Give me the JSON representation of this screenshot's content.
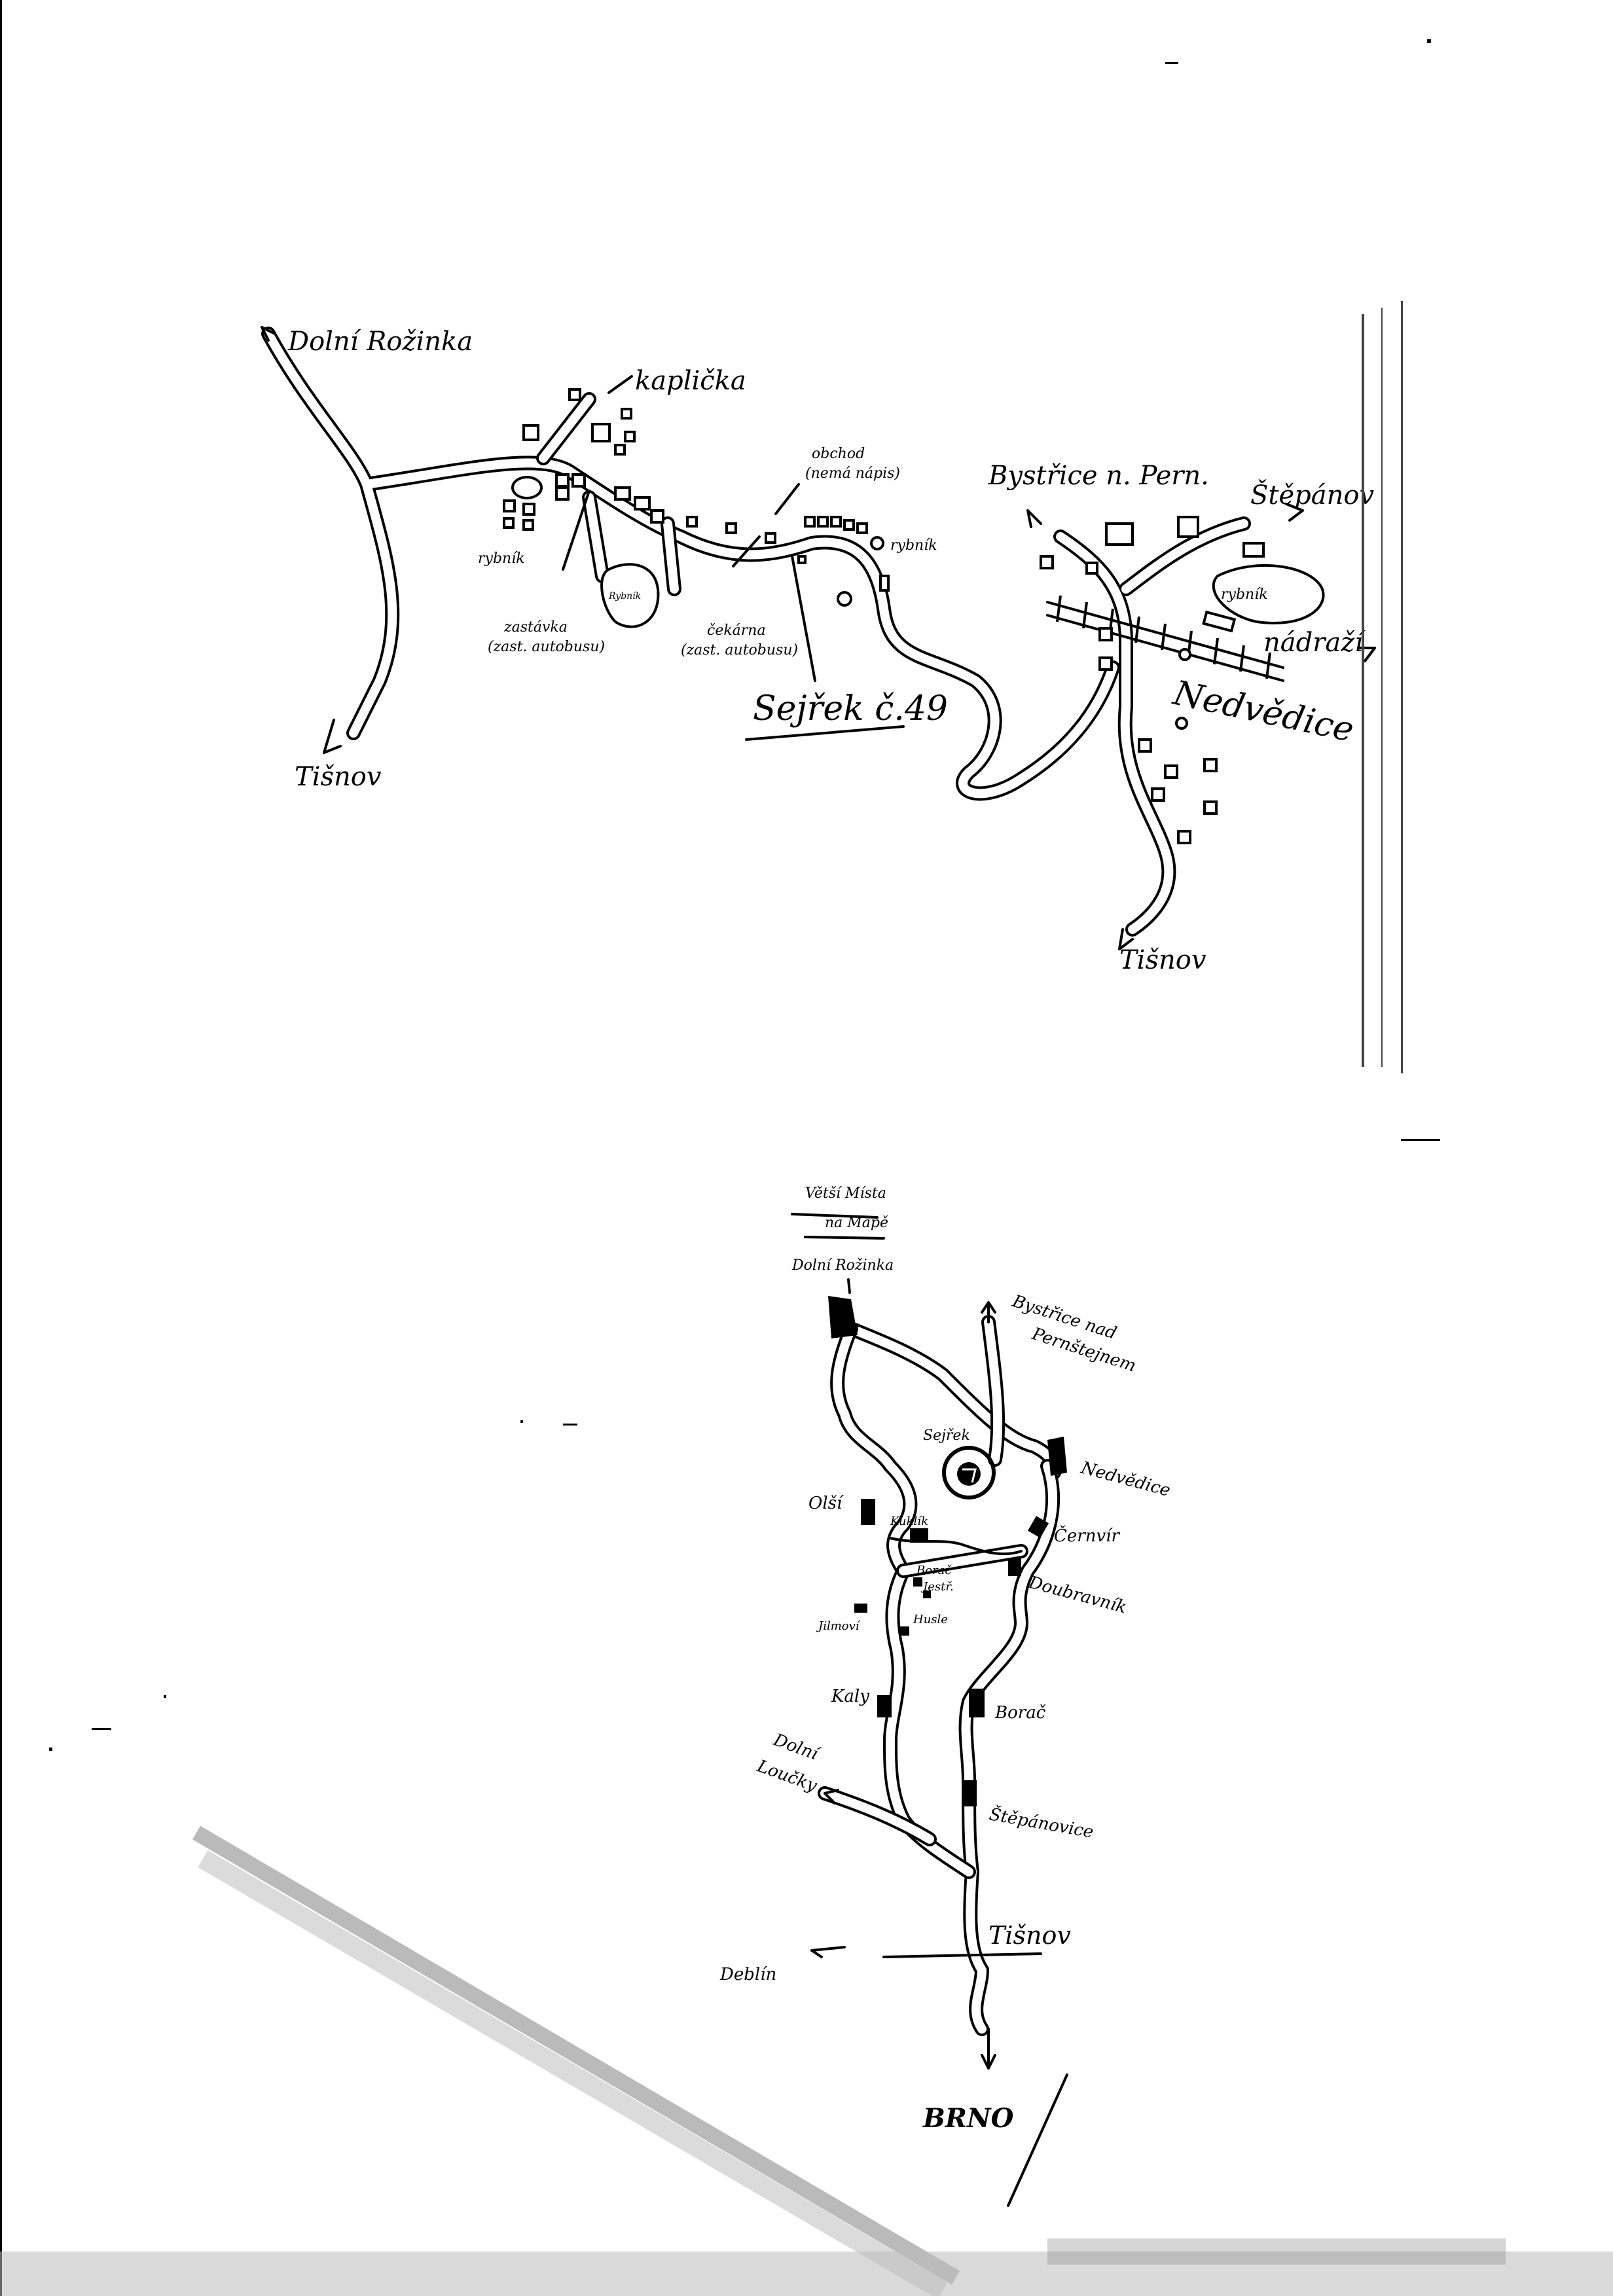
{
  "top_map": {
    "labels": {
      "dolni_rozinka": "Dolní Rožinka",
      "kaplicka": "kaplička",
      "obchod": "obchod",
      "obchod_note": "(nemá nápis)",
      "rybnik_left": "rybník",
      "rybnik_mid": "rybník",
      "rybnik_pond": "Rybník",
      "rybnik_right": "rybník",
      "zastavka_1": "zastávka",
      "zastavka_1_note": "(zast. autobusu)",
      "zastavka_2": "čekárna",
      "zastavka_2_note": "(zast. autobusu)",
      "sejrek": "Sejřek č.49",
      "tisnov_left": "Tišnov",
      "bystrice": "Bystřice n. Pern.",
      "stepanov": "Štěpánov",
      "nadrazi": "nádraží",
      "nedvedice": "Nedvědice",
      "tisnov_right": "Tišnov"
    }
  },
  "bottom_map": {
    "labels": {
      "header_1": "Větší Místa",
      "header_2": "na Mapě",
      "dolni_rozinka": "Dolní Rožinka",
      "bystrice": "Bystřice nad",
      "bystrice_2": "Pernštejnem",
      "sejrek": "Sejřek",
      "nedvedice": "Nedvědice",
      "olsi": "Olší",
      "kuklik": "Kuklík",
      "cerrnvir": "Černvír",
      "doubravnik": "Doubravník",
      "borac": "Borač",
      "jilmovi": "Jilmoví",
      "husle": "Husle",
      "kaly": "Kaly",
      "dolni_loucky": "Dolní",
      "dolni_loucky_2": "Loučky",
      "stepanovice": "Štěpánovice",
      "tisnov": "Tišnov",
      "doblin": "Deblín",
      "brno": "BRNO",
      "local_1": "Borač",
      "local_2": "Jestř."
    }
  },
  "colors": {
    "ink": "#000000",
    "paper": "#ffffff"
  }
}
